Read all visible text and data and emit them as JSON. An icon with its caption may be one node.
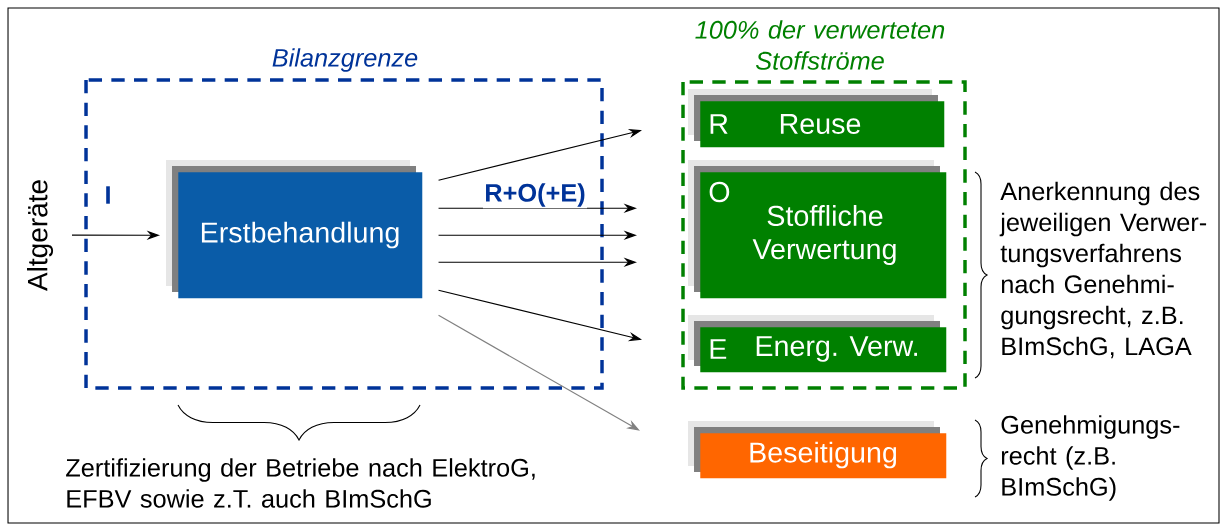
{
  "diagram": {
    "nodes": [
      {
        "text": [
          "Bilanzgrenze"
        ]
      },
      {
        "text": [
          "Altgeräte"
        ]
      },
      {
        "text": [
          "Erstbehandlung"
        ],
        "in": 0
      },
      {
        "text": [
          "100% der verwerteten Stoffströme"
        ]
      },
      {
        "text": [
          "R",
          "Reuse"
        ],
        "in": 3
      },
      {
        "text": [
          "O",
          "Stoffliche Verwertung"
        ],
        "in": 3
      },
      {
        "text": [
          "E",
          "Energ. Verw."
        ],
        "in": 3
      },
      {
        "text": [
          "Beseitigung"
        ]
      }
    ],
    "edges": [
      {
        "from": 1,
        "to": 2,
        "arrow": "to"
      },
      {
        "from": 2,
        "to": 4,
        "arrow": "to"
      },
      {
        "from": 2,
        "to": 5,
        "arrow": "to",
        "label": "R+O(+E)"
      },
      {
        "from": 2,
        "to": 5,
        "arrow": "to"
      },
      {
        "from": 2,
        "to": 5,
        "arrow": "to"
      },
      {
        "from": 2,
        "to": 6,
        "arrow": "to"
      },
      {
        "from": 2,
        "to": 7,
        "arrow": "to",
        "color": "#808080"
      }
    ],
    "labels": [
      "I",
      "Zertifizierung der Betriebe nach ElektroG, EFBV sowie z.T. auch BImSchG",
      "Anerkennung des jeweiligen Verwer- tungsverfahrens nach Genehmi- gungsrecht, z.B. BImSchG, LAGA",
      "Genehmigungs- recht (z.B. BImSchG)"
    ]
  }
}
